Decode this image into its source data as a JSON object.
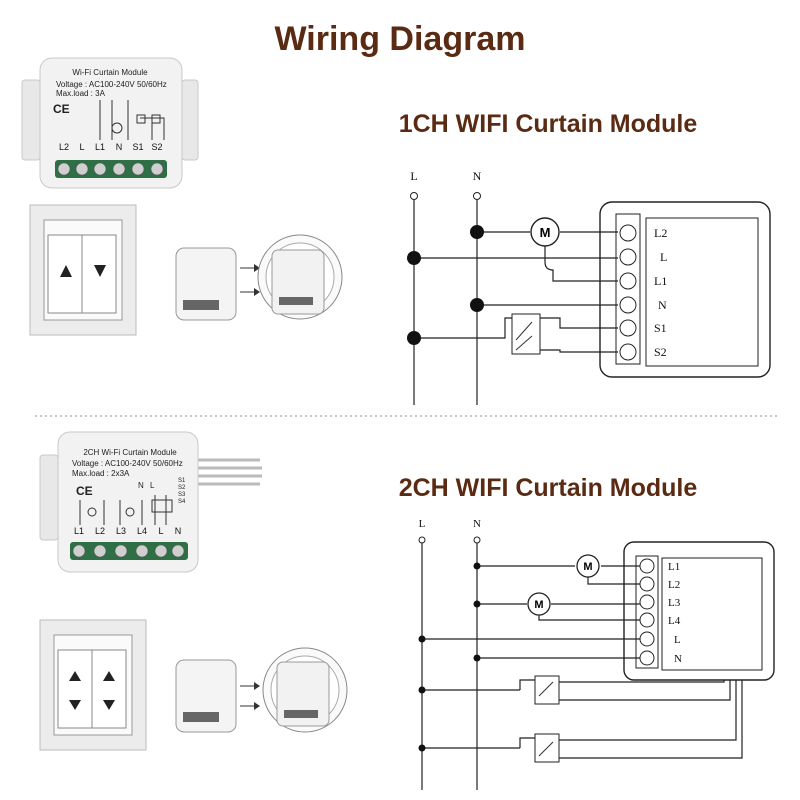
{
  "title": "Wiring Diagram",
  "section1": {
    "heading": "1CH WIFI Curtain Module",
    "module": {
      "name": "Wi-Fi Curtain Module",
      "voltage": "Voltage : AC100-240V 50/60Hz",
      "maxload": "Max.load : 3A",
      "terminals": [
        "L2",
        "L",
        "L1",
        "N",
        "S1",
        "S2"
      ]
    },
    "schematic": {
      "lines": [
        "L",
        "N"
      ],
      "motor": "M",
      "terminals": [
        "L2",
        "L",
        "L1",
        "N",
        "S1",
        "S2"
      ]
    }
  },
  "section2": {
    "heading": "2CH WIFI Curtain Module",
    "module": {
      "name": "2CH  Wi-Fi  Curtain Module",
      "voltage": "Voltage : AC100-240V 50/60Hz",
      "maxload": "Max.load : 2x3A",
      "top_labels": [
        "N",
        "L"
      ],
      "switch_labels": [
        "S1",
        "S2",
        "S3",
        "S4"
      ],
      "terminals": [
        "L1",
        "L2",
        "L3",
        "L4",
        "L",
        "N"
      ]
    },
    "schematic": {
      "lines": [
        "L",
        "N"
      ],
      "motors": [
        "M",
        "M"
      ],
      "terminals": [
        "L1",
        "L2",
        "L3",
        "L4",
        "L",
        "N"
      ]
    }
  }
}
